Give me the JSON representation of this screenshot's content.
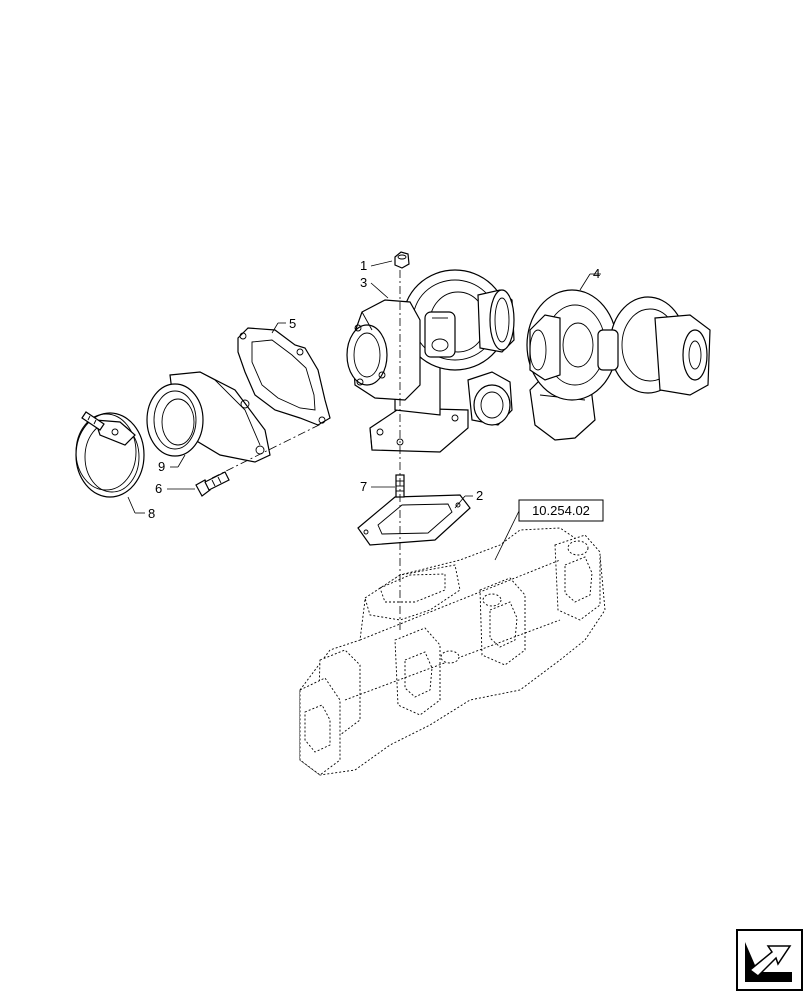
{
  "callouts": {
    "c1": "1",
    "c2": "2",
    "c3": "3",
    "c4": "4",
    "c5": "5",
    "c6": "6",
    "c7": "7",
    "c8": "8",
    "c9": "9"
  },
  "reference": {
    "label": "10.254.02"
  },
  "nav_icon": "arrow-page-icon"
}
